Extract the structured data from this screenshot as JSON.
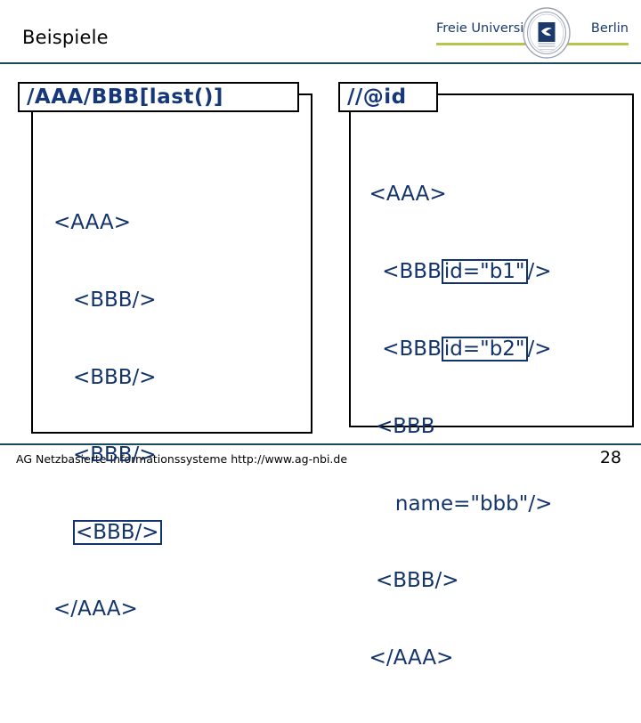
{
  "slide": {
    "title": "Beispiele",
    "page_number": "28",
    "accent_rule_color": "#1b4a5a",
    "code_color": "#12336b",
    "tag_color": "#16387a",
    "highlight_color": "#12336b"
  },
  "logo": {
    "word_left": "Freie Universität",
    "word_right": "Berlin",
    "seal_alt": "university-seal",
    "underline_color": "#b9c44d",
    "text_color": "#1a3a6b"
  },
  "examples": [
    {
      "id": "example-left",
      "expression": "/AAA/BBB[last()]",
      "code_lines": [
        {
          "text": "<AAA>",
          "indent": 0,
          "highlight": false
        },
        {
          "text": "<BBB/>",
          "indent": 2,
          "highlight": false
        },
        {
          "text": "<BBB/>",
          "indent": 2,
          "highlight": false
        },
        {
          "text": "<BBB/>",
          "indent": 2,
          "highlight": false
        },
        {
          "text": "<BBB/>",
          "indent": 2,
          "highlight": true
        },
        {
          "text": "</AAA>",
          "indent": 0,
          "highlight": false
        }
      ]
    },
    {
      "id": "example-right",
      "expression": "//@id",
      "code_lines": [
        {
          "text": "<AAA>",
          "indent": 0,
          "highlight": false
        },
        {
          "prefix": "<BBB",
          "highlight_text": "id=\"b1\"",
          "suffix": "/>",
          "indent": 1
        },
        {
          "prefix": "<BBB",
          "highlight_text": "id=\"b2\"",
          "suffix": "/>",
          "indent": 1
        },
        {
          "text": "<BBB",
          "indent": 1,
          "highlight": false
        },
        {
          "text": "name=\"bbb\"/>",
          "indent": 3,
          "highlight": false
        },
        {
          "text": "<BBB/>",
          "indent": 1,
          "highlight": false
        },
        {
          "text": "</AAA>",
          "indent": 0,
          "highlight": false
        }
      ]
    }
  ],
  "footer": {
    "credit": "AG Netzbasierte Informationssysteme http://www.ag-nbi.de"
  }
}
